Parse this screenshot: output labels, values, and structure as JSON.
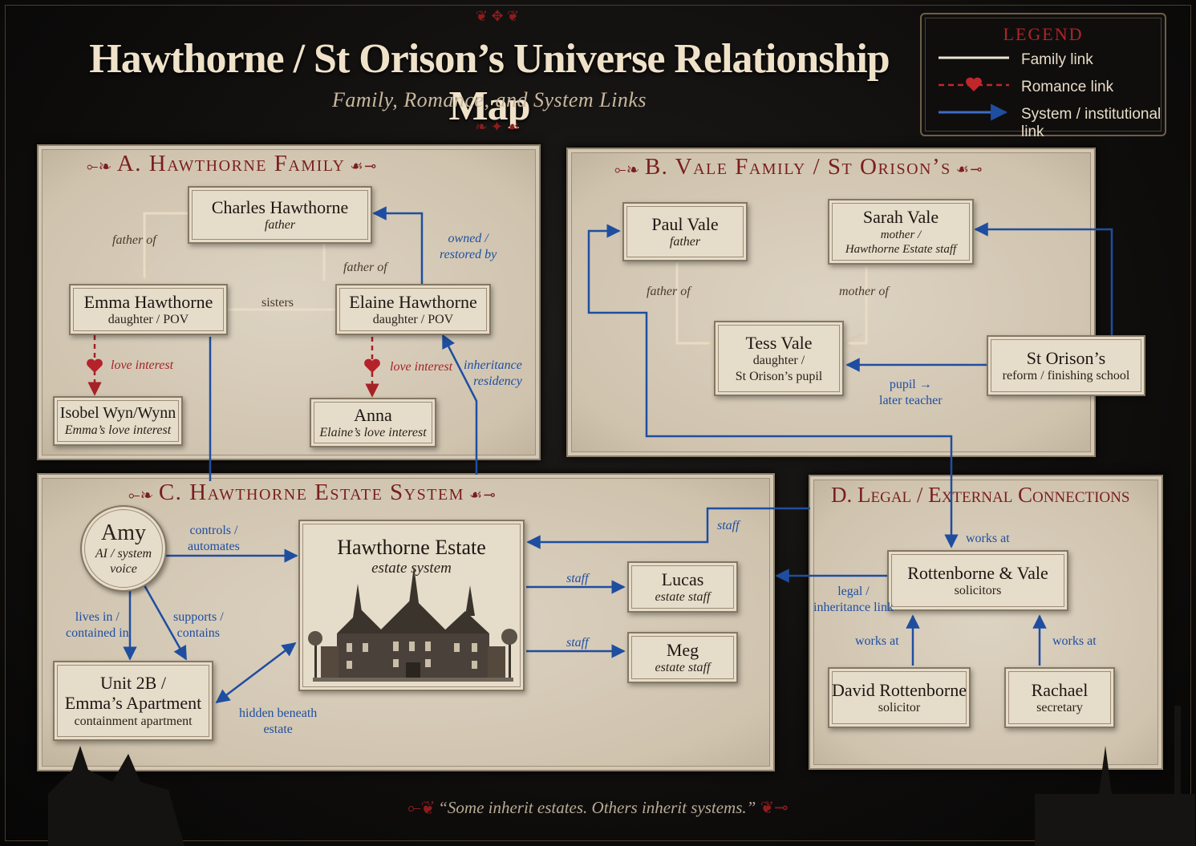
{
  "header": {
    "title": "Hawthorne / St Orison’s Universe Relationship Map",
    "subtitle": "Family, Romance, and System Links"
  },
  "legend": {
    "title": "LEGEND",
    "items": [
      {
        "label": "Family link",
        "style": "family",
        "color": "#ece2cf"
      },
      {
        "label": "Romance link",
        "style": "romance",
        "color": "#c0272d"
      },
      {
        "label": "System / institutional link",
        "style": "system",
        "color": "#3b6cc4"
      }
    ]
  },
  "panels": {
    "a": {
      "title": "A. Hawthorne Family"
    },
    "b": {
      "title": "B. Vale Family / St Orison’s"
    },
    "c": {
      "title": "C. Hawthorne Estate System"
    },
    "d": {
      "title": "D. Legal / External Connections"
    }
  },
  "nodes": {
    "charles": {
      "name": "Charles Hawthorne",
      "role": "father"
    },
    "emma": {
      "name": "Emma Hawthorne",
      "role": "daughter / POV"
    },
    "elaine": {
      "name": "Elaine Hawthorne",
      "role": "daughter / POV"
    },
    "isobel": {
      "name": "Isobel Wyn/Wynn",
      "role": "Emma’s love interest"
    },
    "anna": {
      "name": "Anna",
      "role": "Elaine’s love interest"
    },
    "paul": {
      "name": "Paul Vale",
      "role": "father"
    },
    "sarah": {
      "name": "Sarah Vale",
      "role_line1": "mother /",
      "role_line2": "Hawthorne Estate staff"
    },
    "tess": {
      "name": "Tess Vale",
      "role_line1": "daughter /",
      "role_line2": "St Orison’s pupil"
    },
    "storisons": {
      "name": "St Orison’s",
      "role": "reform / finishing school"
    },
    "amy": {
      "name": "Amy",
      "role_line1": "AI / system",
      "role_line2": "voice"
    },
    "estate": {
      "name": "Hawthorne Estate",
      "role": "estate system"
    },
    "unit2b": {
      "name_line1": "Unit 2B /",
      "name_line2": "Emma’s Apartment",
      "role": "containment apartment"
    },
    "lucas": {
      "name": "Lucas",
      "role": "estate staff"
    },
    "meg": {
      "name": "Meg",
      "role": "estate staff"
    },
    "rottenborne": {
      "name": "Rottenborne & Vale",
      "role": "solicitors"
    },
    "david": {
      "name": "David Rottenborne",
      "role": "solicitor"
    },
    "rachael": {
      "name": "Rachael",
      "role": "secretary"
    }
  },
  "links": {
    "charles_emma": "father of",
    "charles_elaine": "father of",
    "owned": {
      "line1": "owned /",
      "line2": "restored by"
    },
    "sisters": "sisters",
    "emma_isobel": "love interest",
    "elaine_anna": "love interest",
    "inheritance": {
      "line1": "inheritance",
      "line2": "residency"
    },
    "paul_tess": "father of",
    "sarah_tess": "mother of",
    "pupil": {
      "line1": "pupil →",
      "line2": "later teacher"
    },
    "controls": {
      "line1": "controls /",
      "line2": "automates"
    },
    "lives": {
      "line1": "lives in /",
      "line2": "contained in"
    },
    "supports": {
      "line1": "supports /",
      "line2": "contains"
    },
    "hidden": {
      "line1": "hidden beneath",
      "line2": "estate"
    },
    "staff_top": "staff",
    "staff_lucas": "staff",
    "staff_meg": "staff",
    "works_at_top": "works at",
    "legal": {
      "line1": "legal /",
      "line2": "inheritance link"
    },
    "works_at_david": "works at",
    "works_at_rachael": "works at"
  },
  "footer": {
    "quote": "“Some inherit estates. Others inherit systems.”"
  }
}
